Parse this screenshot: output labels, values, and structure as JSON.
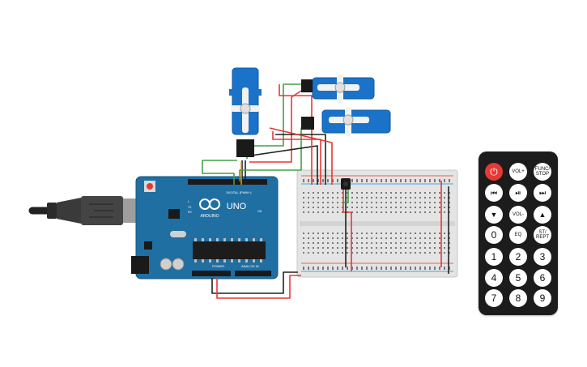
{
  "arduino": {
    "brand": "ARDUINO",
    "model": "UNO",
    "digital_label": "DIGITAL (PWM~)",
    "power_label": "POWER",
    "analog_label": "ANALOG IN",
    "tx_label": "TX",
    "rx_label": "RX",
    "l_label": "L",
    "on_label": "ON"
  },
  "remote": {
    "buttons": [
      {
        "id": "power",
        "label": "⏻"
      },
      {
        "id": "vol-up",
        "label": "VOL+"
      },
      {
        "id": "func-stop",
        "label": "FUNC/ STOP"
      },
      {
        "id": "prev",
        "label": "⏮"
      },
      {
        "id": "play-pause",
        "label": "⏯"
      },
      {
        "id": "next",
        "label": "⏭"
      },
      {
        "id": "down",
        "label": "▼"
      },
      {
        "id": "vol-down",
        "label": "VOL-"
      },
      {
        "id": "up",
        "label": "▲"
      },
      {
        "id": "zero",
        "label": "0"
      },
      {
        "id": "eq",
        "label": "EQ"
      },
      {
        "id": "st-rept",
        "label": "ST/ REPT"
      },
      {
        "id": "one",
        "label": "1"
      },
      {
        "id": "two",
        "label": "2"
      },
      {
        "id": "three",
        "label": "3"
      },
      {
        "id": "four",
        "label": "4"
      },
      {
        "id": "five",
        "label": "5"
      },
      {
        "id": "six",
        "label": "6"
      },
      {
        "id": "seven",
        "label": "7"
      },
      {
        "id": "eight",
        "label": "8"
      },
      {
        "id": "nine",
        "label": "9"
      }
    ]
  },
  "colors": {
    "board": "#1f6fa3",
    "servo": "#1a73c8",
    "wire_red": "#e53935",
    "wire_black": "#212121",
    "wire_green": "#43a047",
    "wire_orange": "#ef8a14",
    "remote_body": "#1c1c1c",
    "power_button": "#e53935"
  }
}
